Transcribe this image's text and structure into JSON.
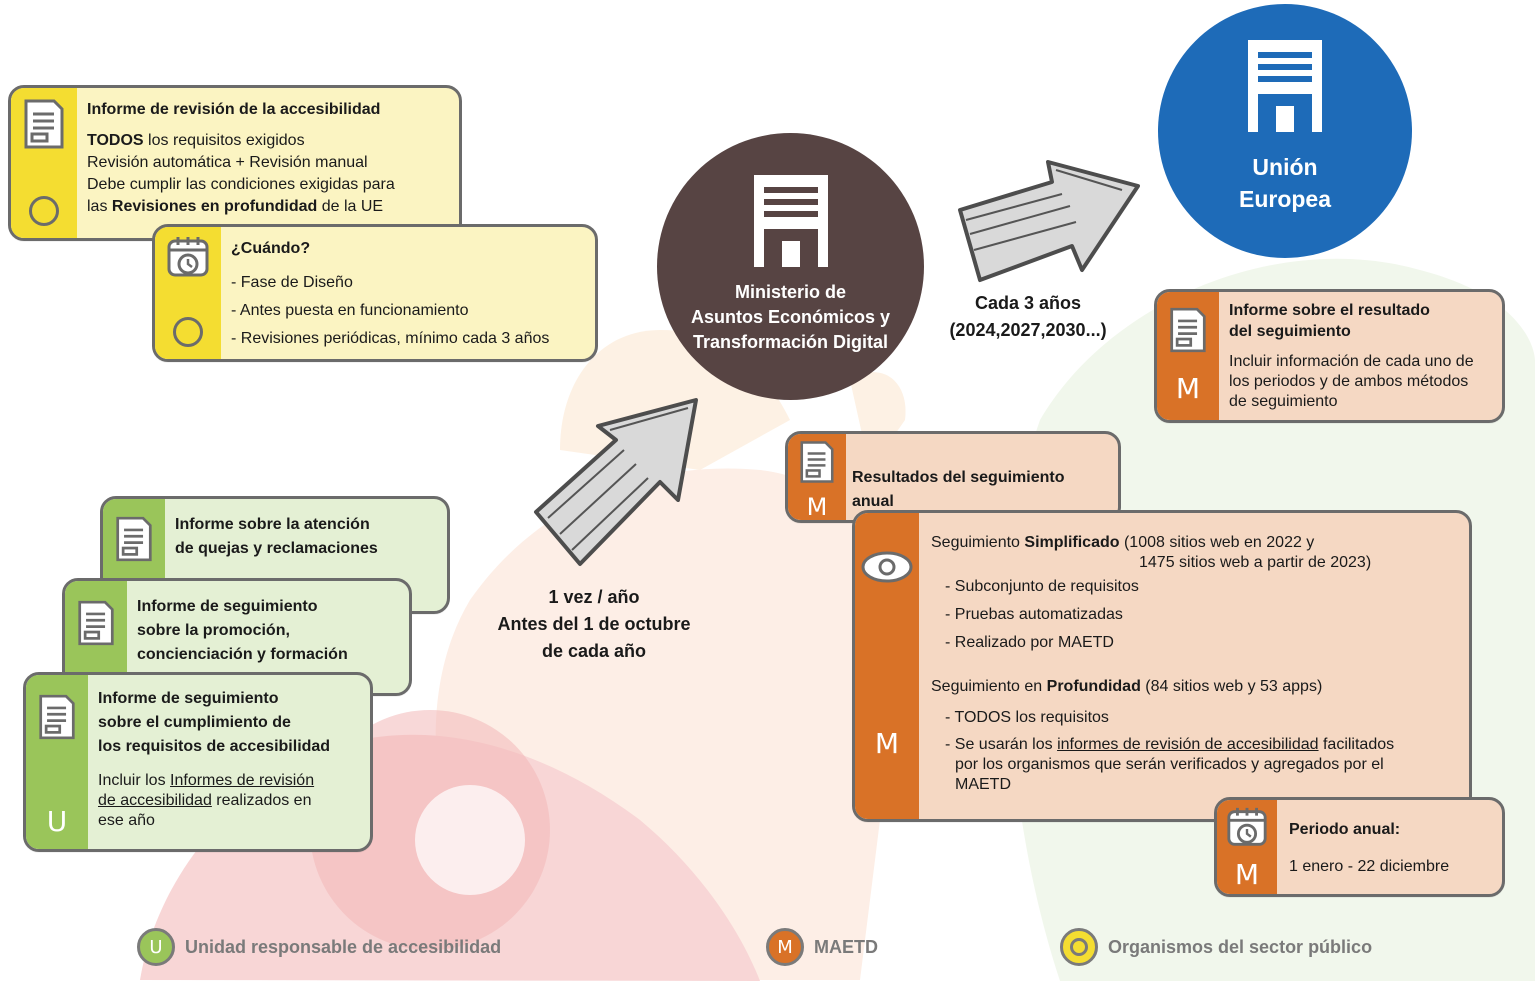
{
  "colors": {
    "yellow": "#f4dd31",
    "green": "#9ac55a",
    "orange": "#d97227",
    "ministry": "#574443",
    "eu": "#1e6bb8"
  },
  "yellow_card_1": {
    "title": "Informe de revisión de la accesibilidad",
    "line1_bold": "TODOS",
    "line1_rest": " los requisitos exigidos",
    "line2": "Revisión automática + Revisión manual",
    "line3": "Debe cumplir las condiciones exigidas para",
    "line4_pre": "las ",
    "line4_bold": "Revisiones en profundidad",
    "line4_post": " de la UE"
  },
  "yellow_card_2": {
    "title": "¿Cuándo?",
    "items": [
      "- Fase de Diseño",
      "- Antes puesta en funcionamiento",
      "- Revisiones periódicas, mínimo cada 3 años"
    ]
  },
  "ministry": {
    "line1": "Ministerio de",
    "line2": "Asuntos Económicos y",
    "line3": "Transformación Digital"
  },
  "eu": {
    "line1": "Unión",
    "line2": "Europea"
  },
  "arrow_eu": {
    "line1": "Cada 3 años",
    "line2": "(2024,2027,2030...)"
  },
  "arrow_ministry": {
    "line1": "1 vez / año",
    "line2": "Antes del 1 de octubre",
    "line3": "de cada año"
  },
  "green_card_1": {
    "line1": "Informe sobre la atención",
    "line2": "de quejas y reclamaciones"
  },
  "green_card_2": {
    "line1": "Informe de seguimiento",
    "line2": "sobre la promoción,",
    "line3": "concienciación y formación"
  },
  "green_card_3": {
    "line1": "Informe de seguimiento",
    "line2": "sobre el cumplimiento de",
    "line3": "los requisitos de accesibilidad",
    "note_pre": "Incluir los ",
    "note_link1": "Informes de revisión",
    "note_link2": "de accesibilidad",
    "note_post": " realizados en",
    "note_end": "ese año",
    "letter": "U"
  },
  "eu_report": {
    "title1": "Informe sobre el resultado",
    "title2": "del seguimiento",
    "line1": "Incluir información de cada uno de",
    "line2": "los periodos y de ambos métodos",
    "line3": "de seguimiento",
    "letter": "M"
  },
  "annual_results": {
    "title": "Resultados del seguimiento anual",
    "letter": "M"
  },
  "monitoring": {
    "simple_pre": "Seguimiento ",
    "simple_bold": "Simplificado",
    "simple_post": " (1008 sitios web en 2022 y",
    "simple_post2": "1475 sitios web a partir de 2023)",
    "simple_items": [
      "- Subconjunto de requisitos",
      "- Pruebas automatizadas",
      "- Realizado por MAETD"
    ],
    "deep_pre": "Seguimiento en ",
    "deep_bold": "Profundidad",
    "deep_post": " (84 sitios web y 53 apps)",
    "deep_item1": "- TODOS los requisitos",
    "deep_item2_pre": "- Se usarán los ",
    "deep_item2_link": "informes de revisión de accesibilidad",
    "deep_item2_post": " facilitados",
    "deep_item3": "por los organismos que serán verificados y agregados por el",
    "deep_item4": "MAETD",
    "letter": "M"
  },
  "period": {
    "title": "Periodo anual:",
    "value": "1 enero - 22 diciembre",
    "letter": "M"
  },
  "legend": {
    "u_letter": "U",
    "u_label": "Unidad responsable de accesibilidad",
    "m_letter": "M",
    "m_label": "MAETD",
    "o_label": "Organismos del sector público"
  }
}
